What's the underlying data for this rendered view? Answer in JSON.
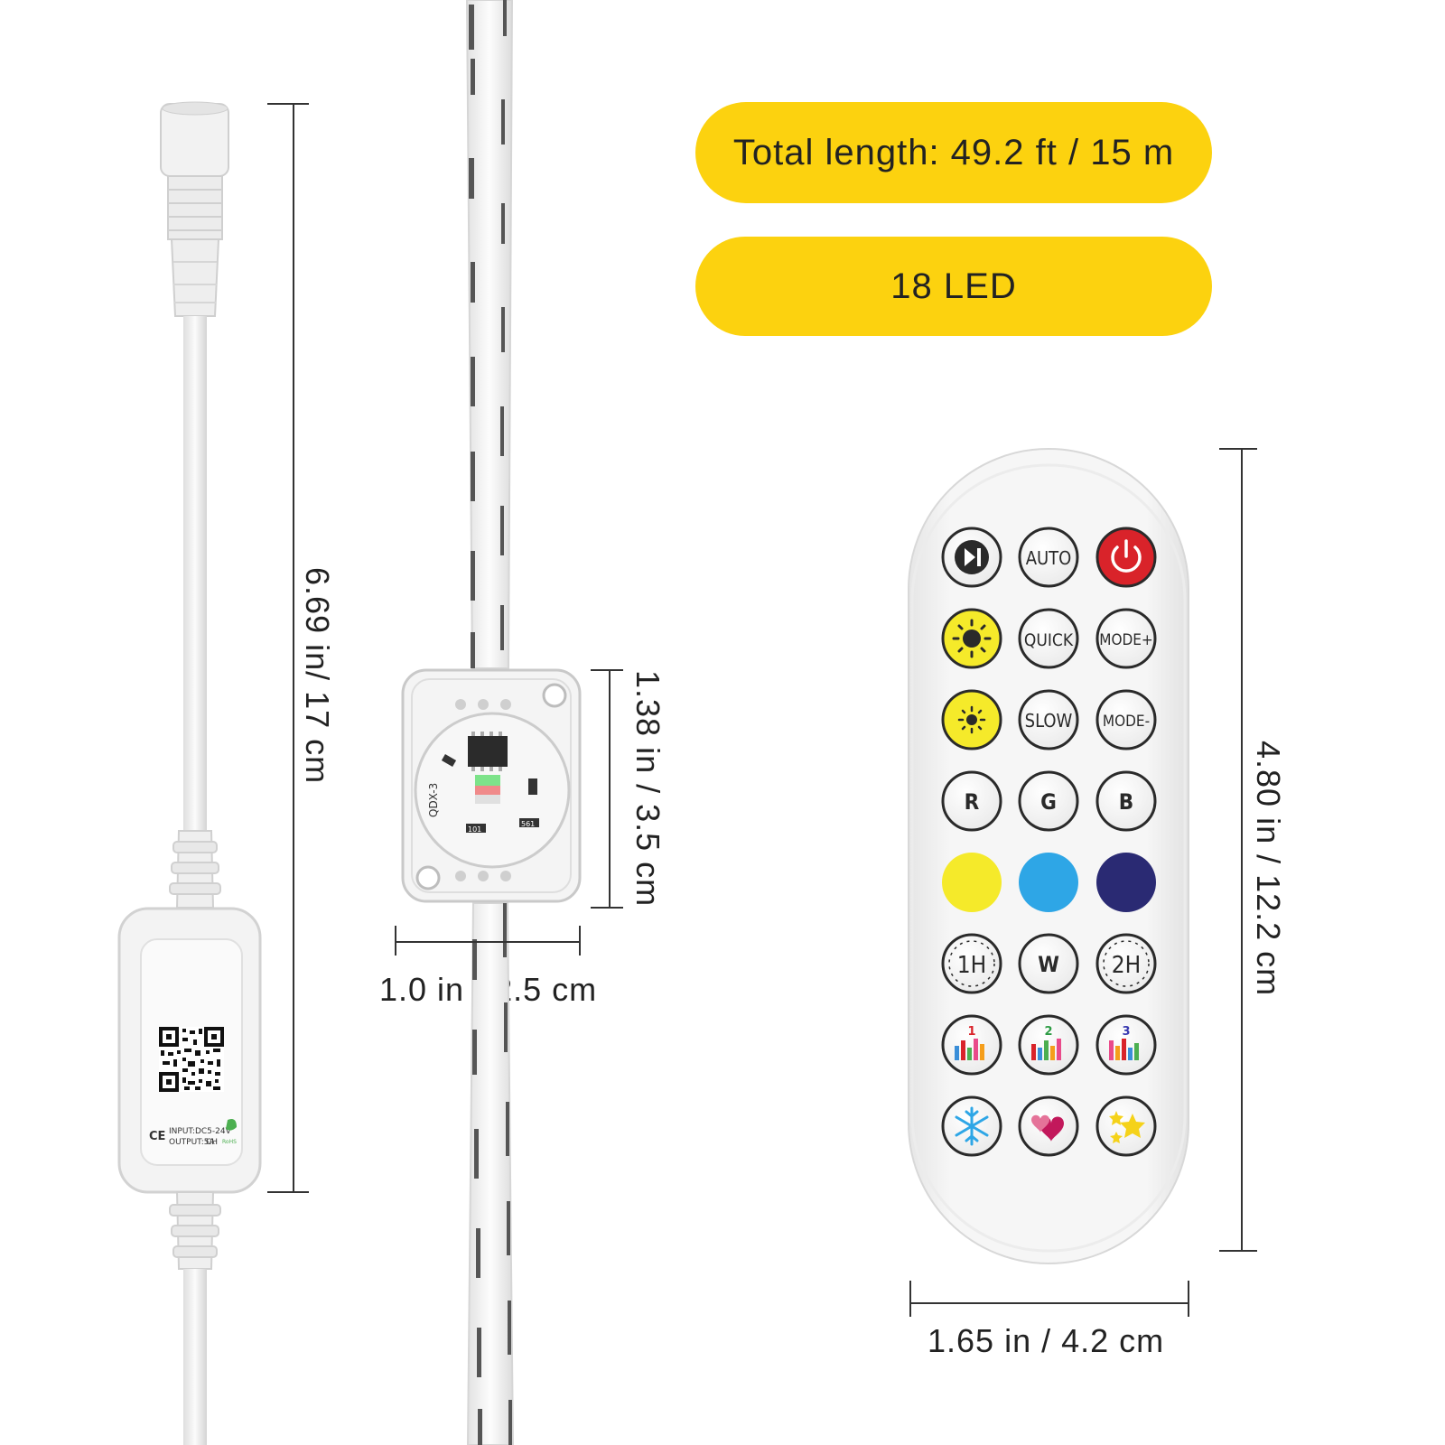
{
  "specs": {
    "total_length": "Total length: 49.2 ft / 15 m",
    "led_count": "18 LED"
  },
  "dimensions": {
    "controller_cable": "6.69 in/ 17 cm",
    "module_height": "1.38 in / 3.5 cm",
    "module_width": "1.0 in / 2.5 cm",
    "remote_height": "4.80 in / 12.2 cm",
    "remote_width": "1.65 in / 4.2 cm"
  },
  "controller": {
    "label_input": "INPUT:DC5-24V",
    "label_output": "OUTPUT:5A",
    "label_ch": "CH",
    "label_ce": "CE",
    "label_rohs": "RoHS"
  },
  "module": {
    "chip_label": "QDX-3",
    "resistor_1": "561",
    "resistor_2": "101"
  },
  "remote": {
    "buttons": {
      "play_pause": "",
      "auto": "AUTO",
      "power": "",
      "brightness_up": "",
      "quick": "QUICK",
      "mode_plus": "MODE+",
      "brightness_down": "",
      "slow": "SLOW",
      "mode_minus": "MODE-",
      "red": "R",
      "green": "G",
      "blue": "B",
      "white": "W",
      "timer_1h": "1H",
      "timer_2h": "2H",
      "music_1": "1",
      "music_2": "2",
      "music_3": "3"
    }
  },
  "colors": {
    "accent_yellow": "#fcd20f",
    "power_red": "#d9232a",
    "swatch_yellow": "#f5ea2a",
    "swatch_cyan": "#2ea6e6",
    "swatch_navy": "#2a2a73"
  }
}
